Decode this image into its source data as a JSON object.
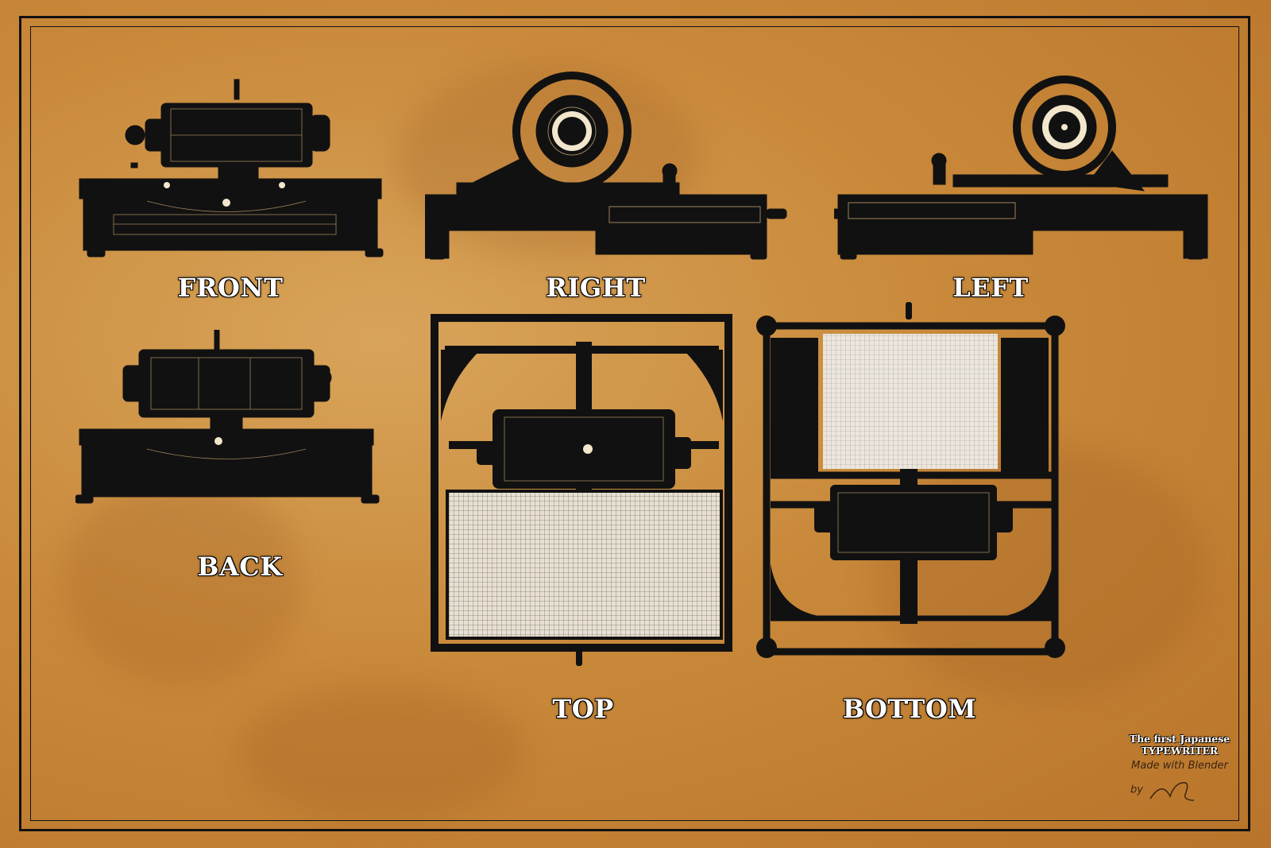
{
  "views": {
    "front": "FRONT",
    "right": "RIGHT",
    "left": "LEFT",
    "back": "BACK",
    "top": "TOP",
    "bottom": "BOTTOM"
  },
  "credit": {
    "line1": "The first Japanese",
    "line2": "TYPEWRITER",
    "line3": "Made with Blender",
    "line4": "by"
  },
  "colors": {
    "paper": "#c9893a",
    "ink": "#111111",
    "label": "#ffffff"
  }
}
